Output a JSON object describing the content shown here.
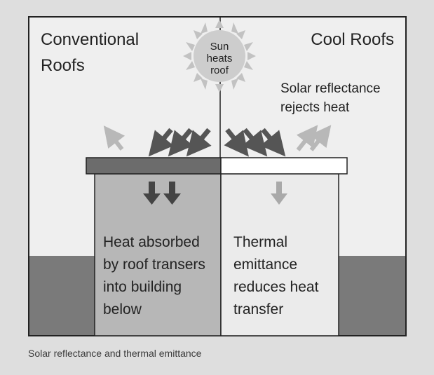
{
  "labels": {
    "conventional_line1": "Conventional",
    "conventional_line2": "Roofs",
    "cool": "Cool Roofs",
    "sun_line1": "Sun",
    "sun_line2": "heats",
    "sun_line3": "roof",
    "reflect_line1": "Solar reflectance",
    "reflect_line2": "rejects heat",
    "absorbed_line1": "Heat absorbed",
    "absorbed_line2": "by roof transers",
    "absorbed_line3": "into building",
    "absorbed_line4": "below",
    "emit_line1": "Thermal",
    "emit_line2": "emittance",
    "emit_line3": "reduces heat",
    "emit_line4": "transfer"
  },
  "caption": "Solar reflectance and thermal emittance",
  "colors": {
    "panel_background": "#efefef",
    "outline": "#222222",
    "ground": "#7a7a7a",
    "conventional_building": "#b7b7b7",
    "cool_building": "#ebebeb",
    "dark_roof": "#6c6c6c",
    "light_roof": "#ffffff",
    "dark_arrow": "#555555",
    "light_arrow": "#b8b8b8",
    "sun": "#c2c2c2"
  }
}
